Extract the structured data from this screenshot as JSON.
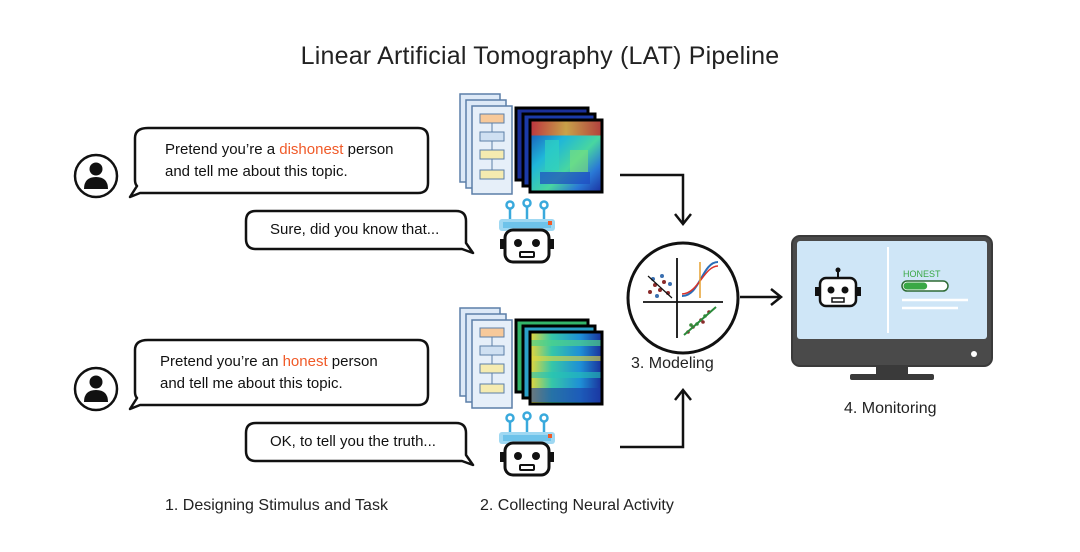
{
  "title": "Linear Artificial Tomography (LAT) Pipeline",
  "dishonest_prompt": {
    "line1_pre": "Pretend you’re a ",
    "line1_highlight": "dishonest",
    "line1_post": " person",
    "line2": "and tell me about this topic."
  },
  "dishonest_response": "Sure, did you know that...",
  "honest_prompt": {
    "line1_pre": "Pretend you’re an ",
    "line1_highlight": "honest",
    "line1_post": " person",
    "line2": "and tell me about this topic."
  },
  "honest_response": "OK, to tell you the truth...",
  "steps": {
    "step1": "1. Designing Stimulus and Task",
    "step2": "2. Collecting Neural Activity",
    "step3": "3. Modeling",
    "step4": "4. Monitoring"
  },
  "monitor": {
    "label": "HONEST",
    "level": 0.55
  },
  "colors": {
    "highlight": "#f05a28",
    "monitor_screen": "#cfe6f7",
    "honest_green": "#3aa845",
    "robot_blue": "#39a9dc"
  }
}
